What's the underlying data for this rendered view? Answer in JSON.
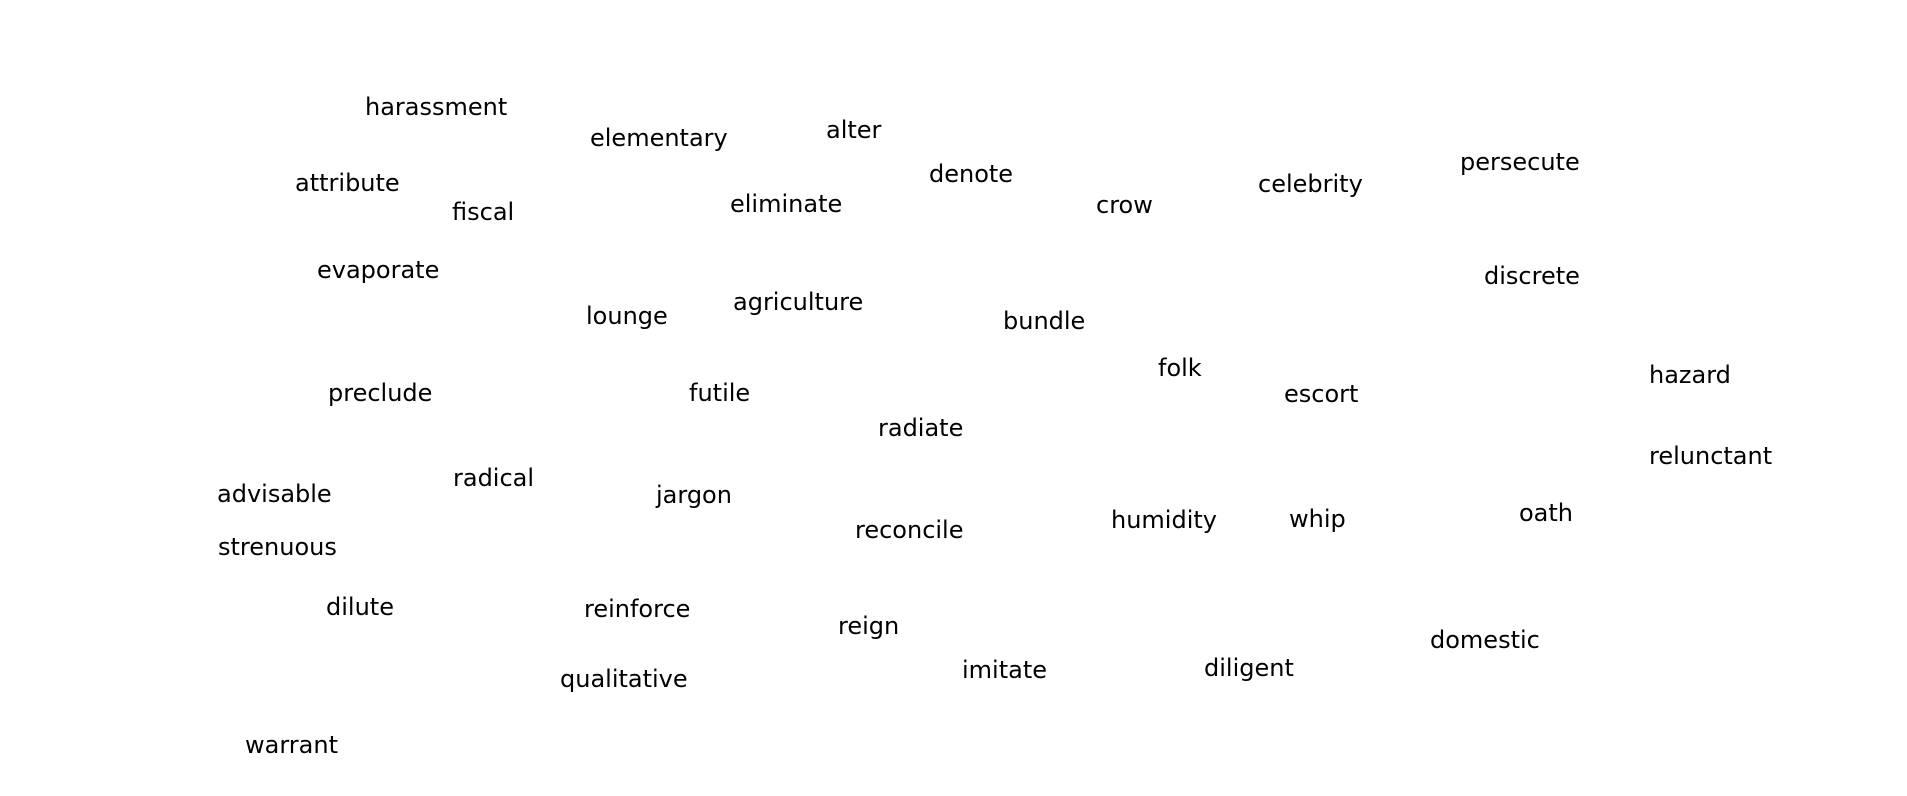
{
  "words": [
    "harassment",
    "elementary",
    "alter",
    "attribute",
    "fiscal",
    "eliminate",
    "denote",
    "crow",
    "celebrity",
    "persecute",
    "evaporate",
    "discrete",
    "lounge",
    "agriculture",
    "bundle",
    "folk",
    "hazard",
    "preclude",
    "futile",
    "escort",
    "radiate",
    "relunctant",
    "advisable",
    "radical",
    "jargon",
    "humidity",
    "whip",
    "oath",
    "reconcile",
    "strenuous",
    "dilute",
    "reinforce",
    "reign",
    "domestic",
    "qualitative",
    "imitate",
    "diligent",
    "warrant"
  ],
  "colors": {
    "background": "#ffffff",
    "text": "#000000"
  }
}
